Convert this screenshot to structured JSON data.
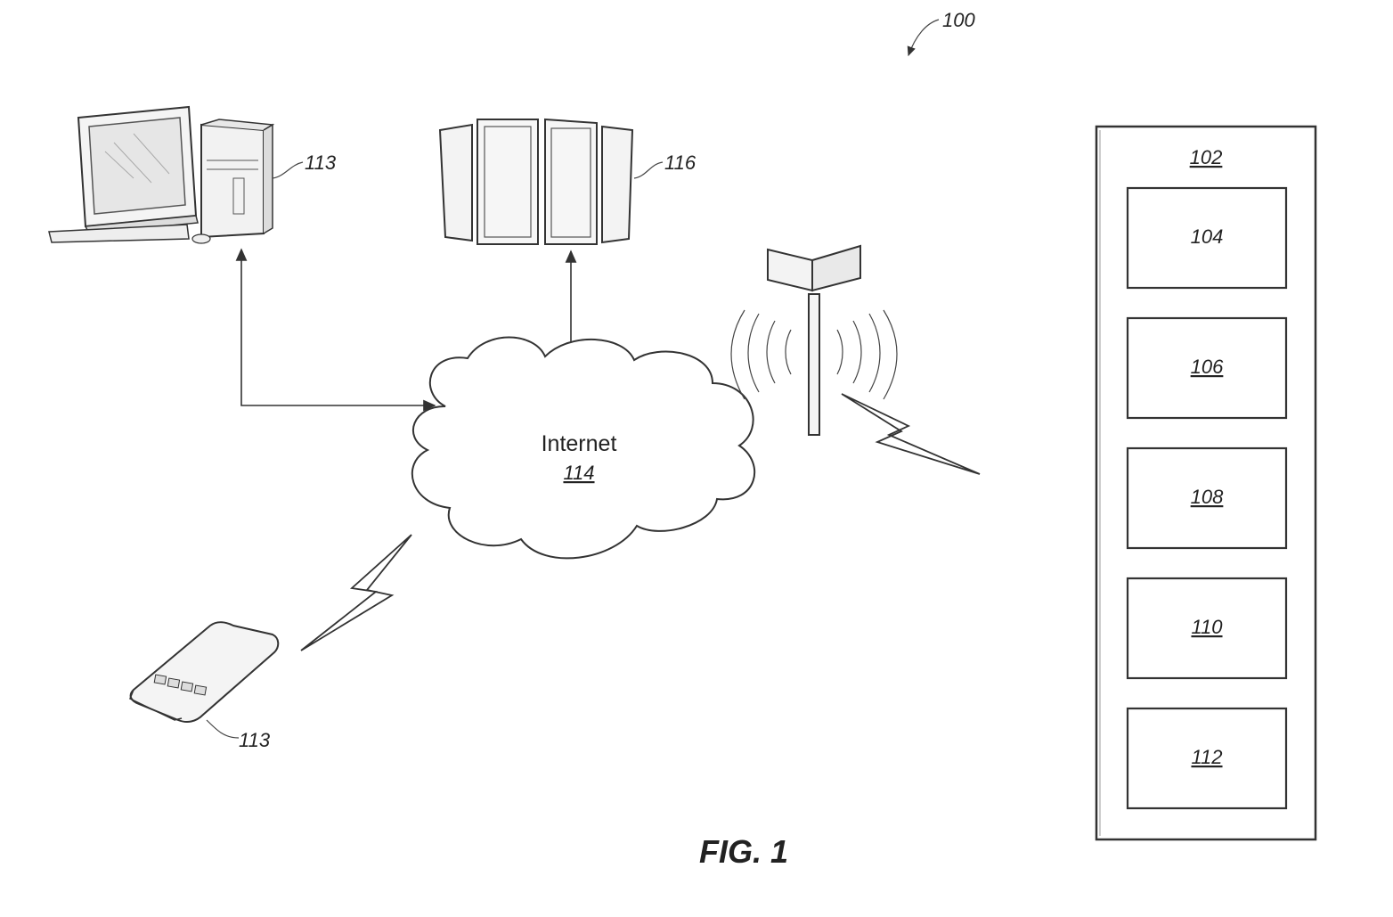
{
  "figure": {
    "caption": "FIG. 1",
    "system_ref": "100"
  },
  "desktop": {
    "ref": "113"
  },
  "server": {
    "ref": "116"
  },
  "internet": {
    "label": "Internet",
    "ref": "114"
  },
  "mobile": {
    "ref": "113"
  },
  "device": {
    "ref": "102",
    "modules": [
      "104",
      "106",
      "108",
      "110",
      "112"
    ]
  }
}
